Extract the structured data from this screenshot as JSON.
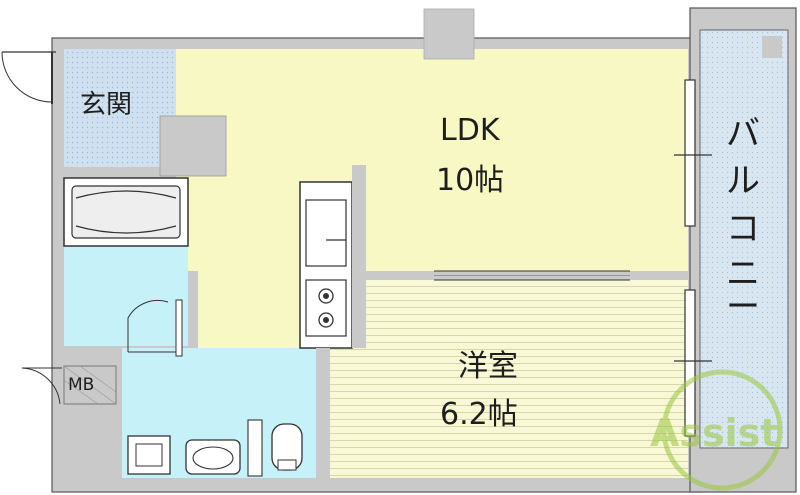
{
  "rooms": {
    "genkan": {
      "label": "玄関"
    },
    "ldk": {
      "name": "LDK",
      "size": "10帖"
    },
    "yoshitsu": {
      "name": "洋室",
      "size": "6.2帖"
    },
    "balcony": {
      "chars": [
        "バ",
        "ル",
        "コ",
        "ニ",
        "ー"
      ]
    },
    "mb": {
      "label": "MB"
    }
  },
  "watermark": {
    "text": "Assist"
  },
  "colors": {
    "ldk_floor": "#f8f8c4",
    "genkan_floor": "#cfe0f0",
    "wet_area": "#c6f1f8",
    "yoshitsu_floor": "#f8f8d6",
    "balcony_floor": "#d8e6f2",
    "wall": "#c9c9c9",
    "outline": "#444444",
    "watermark": "#9ac63c"
  }
}
